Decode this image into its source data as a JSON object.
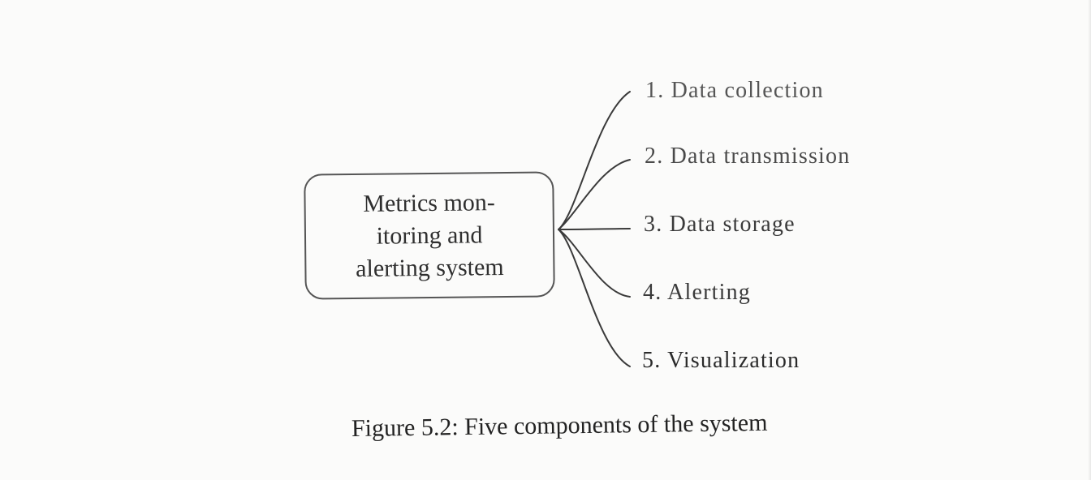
{
  "diagram": {
    "center": {
      "label": "Metrics mon-\nitoring and\nalerting system"
    },
    "components": [
      "1. Data collection",
      "2. Data transmission",
      "3. Data storage",
      "4. Alerting",
      "5. Visualization"
    ]
  },
  "caption": "Figure 5.2: Five components of the system"
}
